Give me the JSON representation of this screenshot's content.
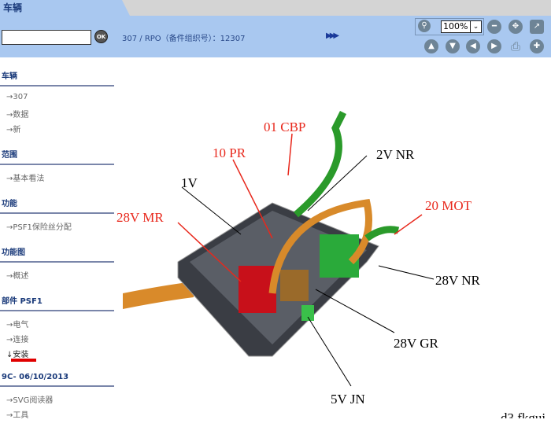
{
  "tab": {
    "label": "车辆"
  },
  "toolbar": {
    "search_value": "",
    "ok_label": "OK",
    "breadcrumb": "307 / RPO（备件组织号）：12307",
    "more": "▶▶▶",
    "zoom": "100%",
    "zoom_chevron": "⌄"
  },
  "sidebar": {
    "sections": [
      {
        "title": "车辆",
        "items": [
          "→307",
          "→数据",
          "→新"
        ]
      },
      {
        "title": "范围",
        "items": [
          "→基本看法"
        ]
      },
      {
        "title": "功能",
        "items": [
          "→PSF1保险丝分配"
        ]
      },
      {
        "title": "功能图",
        "items": [
          "→概述"
        ]
      },
      {
        "title": "部件 PSF1",
        "items": [
          "→电气",
          "→连接",
          "↓安装"
        ]
      },
      {
        "title": "9C- 06/10/2013",
        "items": [
          "→SVG阅读器",
          "→工具"
        ]
      }
    ]
  },
  "diagram": {
    "labels": [
      "01 CBP",
      "10 PR",
      "2V NR",
      "1V",
      "20 MOT",
      "28V MR",
      "28V NR",
      "28V GR",
      "5V JN"
    ],
    "footer": "d3 fkgui"
  },
  "colors": {
    "toolbar": "#a9c8f0",
    "red_label": "#e8281c",
    "active_underline": "#e00000"
  }
}
